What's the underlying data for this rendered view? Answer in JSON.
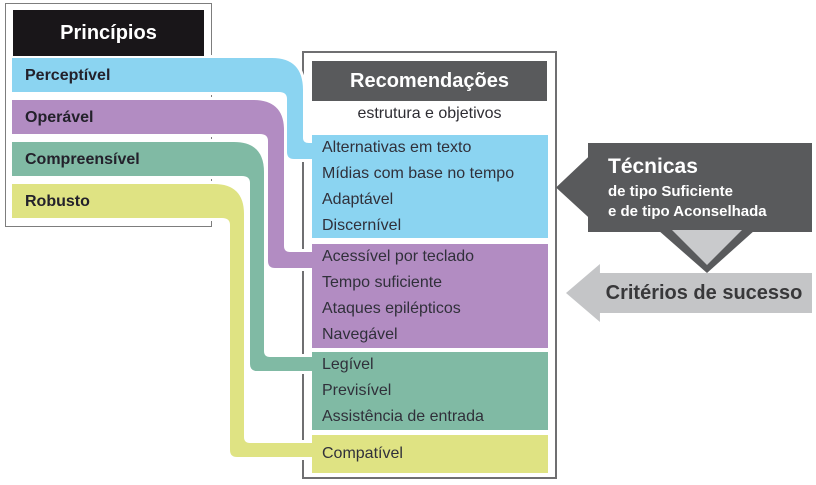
{
  "principles": {
    "title": "Princípios",
    "header_bg": "#191619",
    "items": [
      {
        "label": "Perceptível",
        "color": "#8bd4f1"
      },
      {
        "label": "Operável",
        "color": "#b28cc2"
      },
      {
        "label": "Compreensível",
        "color": "#80baa4"
      },
      {
        "label": "Robusto",
        "color": "#dfe383"
      }
    ]
  },
  "recommendations": {
    "title": "Recomendações",
    "header_bg": "#595a5c",
    "subtitle": "estrutura e objetivos",
    "groups": [
      {
        "color": "#8bd4f1",
        "items": [
          "Alternativas em texto",
          "Mídias com base no tempo",
          "Adaptável",
          "Discernível"
        ]
      },
      {
        "color": "#b28cc2",
        "items": [
          "Acessível por teclado",
          "Tempo suficiente",
          "Ataques epilépticos",
          "Navegável"
        ]
      },
      {
        "color": "#80baa4",
        "items": [
          "Legível",
          "Previsível",
          "Assistência de entrada"
        ]
      },
      {
        "color": "#dfe383",
        "items": [
          "Compatível"
        ]
      }
    ]
  },
  "techniques_callout": {
    "bg": "#595a5c",
    "title": "Técnicas",
    "line2": "de tipo Suficiente",
    "line3": "e de tipo Aconselhada"
  },
  "connector_triangle": {
    "outer": "#595a5c",
    "inner": "#c9cacc"
  },
  "success_callout": {
    "bg": "#c4c5c7",
    "label": "Critérios de sucesso"
  }
}
